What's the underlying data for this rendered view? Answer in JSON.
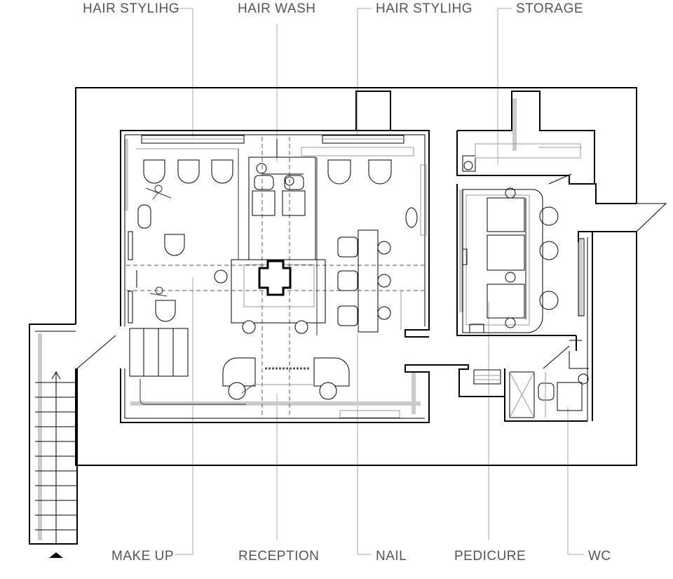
{
  "labels": {
    "top": [
      "HAIR STYLIHG",
      "HAIR WASH",
      "HAIR STYLIHG",
      "STORAGE"
    ],
    "bottom": [
      "MAKE UP",
      "RECEPTION",
      "NAIL",
      "PEDICURE",
      "WC"
    ]
  },
  "colors": {
    "wall": "#000000",
    "shadow": "#cccccc",
    "leader": "#aaaaaa",
    "label": "#555555",
    "furniture": "#333333"
  },
  "icons": {
    "entry_marker": "triangle-up"
  }
}
